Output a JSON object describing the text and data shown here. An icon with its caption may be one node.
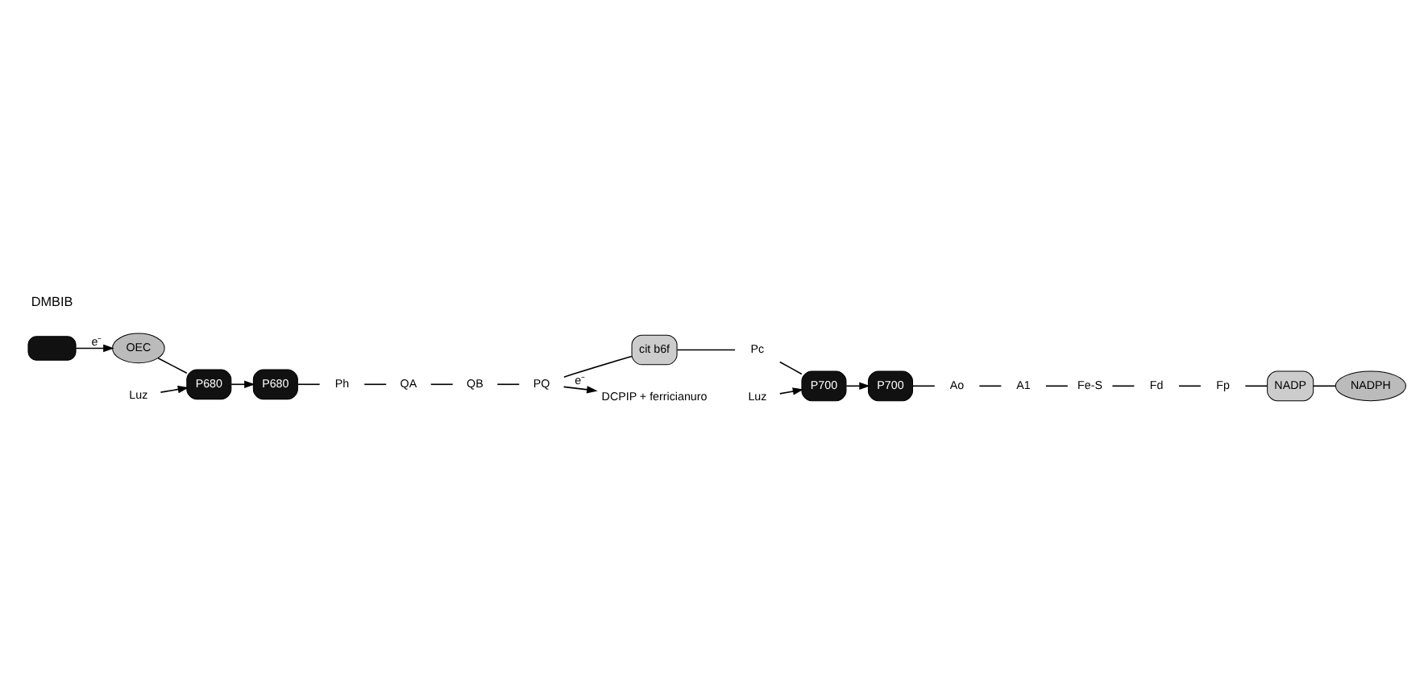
{
  "diagram": {
    "nodes": [
      {
        "text": [],
        "shape": "box"
      },
      {
        "text": [
          "OEC"
        ]
      },
      {
        "text": [
          "P680"
        ]
      },
      {
        "text": [
          "P680"
        ]
      },
      {
        "text": [
          "Ph"
        ]
      },
      {
        "text": [
          "QA"
        ]
      },
      {
        "text": [
          "QB"
        ]
      },
      {
        "text": [
          "PQ"
        ]
      },
      {
        "text": [
          "cit b6f"
        ]
      },
      {
        "text": [
          "Pc"
        ]
      },
      {
        "text": [
          "P700"
        ]
      },
      {
        "text": [
          "P700"
        ]
      },
      {
        "text": [
          "Ao"
        ]
      },
      {
        "text": [
          "A1"
        ]
      },
      {
        "text": [
          "Fe-S"
        ]
      },
      {
        "text": [
          "Fd"
        ]
      },
      {
        "text": [
          "Fp"
        ]
      },
      {
        "text": [
          "NADP"
        ]
      },
      {
        "text": [
          "NADPH"
        ]
      },
      {
        "text": [
          "DCPIP + ferricianuro"
        ]
      },
      {
        "text": [
          "Luz"
        ]
      },
      {
        "text": [
          "Luz"
        ]
      }
    ],
    "edges": [
      {
        "from": 0,
        "to": 1,
        "arrow": "to",
        "label": "e⁻"
      },
      {
        "from": 1,
        "to": 2,
        "arrow": "none"
      },
      {
        "from": 2,
        "to": 3,
        "arrow": "to"
      },
      {
        "from": 3,
        "to": 4,
        "arrow": "none"
      },
      {
        "from": 4,
        "to": 5,
        "arrow": "none"
      },
      {
        "from": 5,
        "to": 6,
        "arrow": "none"
      },
      {
        "from": 6,
        "to": 7,
        "arrow": "none"
      },
      {
        "from": 7,
        "to": 8,
        "arrow": "none"
      },
      {
        "from": 8,
        "to": 9,
        "arrow": "none"
      },
      {
        "from": 9,
        "to": 10,
        "arrow": "none"
      },
      {
        "from": 10,
        "to": 11,
        "arrow": "to"
      },
      {
        "from": 11,
        "to": 12,
        "arrow": "none"
      },
      {
        "from": 12,
        "to": 13,
        "arrow": "none"
      },
      {
        "from": 13,
        "to": 14,
        "arrow": "none"
      },
      {
        "from": 14,
        "to": 15,
        "arrow": "none"
      },
      {
        "from": 15,
        "to": 16,
        "arrow": "none"
      },
      {
        "from": 16,
        "to": 17,
        "arrow": "none"
      },
      {
        "from": 17,
        "to": 18,
        "arrow": "none"
      },
      {
        "from": 7,
        "to": 19,
        "arrow": "to",
        "label": "e⁻"
      },
      {
        "from": 20,
        "to": 2,
        "arrow": "to"
      },
      {
        "from": 21,
        "to": 10,
        "arrow": "to"
      }
    ],
    "labels": [
      "DMBIB"
    ]
  }
}
